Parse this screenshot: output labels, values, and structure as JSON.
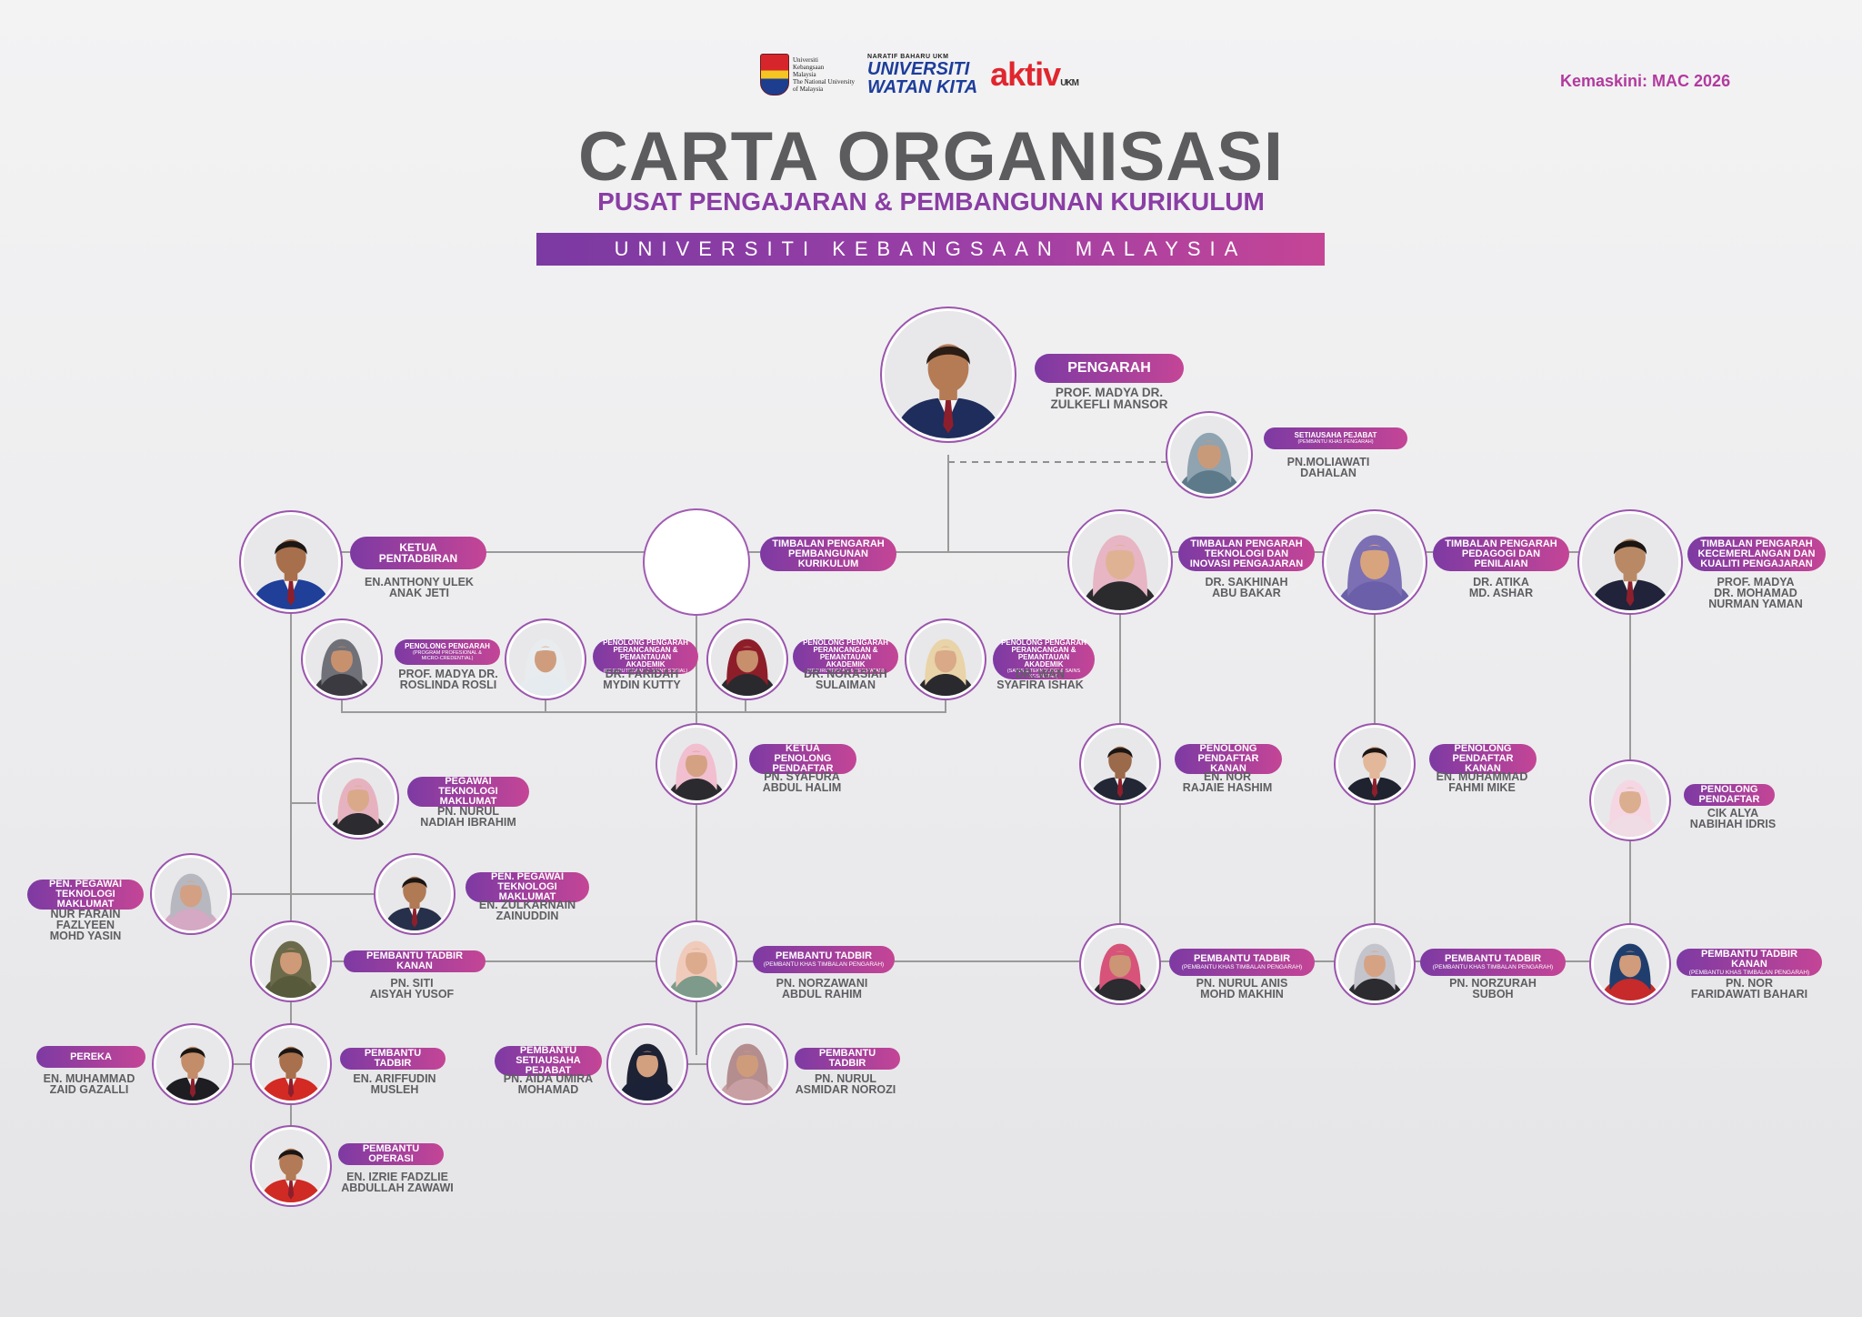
{
  "header": {
    "logos": {
      "ukm": "Universiti\nKebangsaan\nMalaysia\nThe National University\nof Malaysia",
      "uwk_top": "NARATIF BAHARU UKM",
      "uwk_line1": "UNIVERSITI",
      "uwk_line2": "WATAN KITA",
      "aktiv": "aktiv",
      "aktiv_suffix": "UKM"
    },
    "updated": "Kemaskini: MAC 2026",
    "title": "CARTA ORGANISASI",
    "subtitle": "PUSAT PENGAJARAN & PEMBANGUNAN KURIKULUM",
    "banner": "UNIVERSITI KEBANGSAAN MALAYSIA"
  },
  "people": [
    {
      "id": "pengarah",
      "role": "PENGARAH",
      "sub": "",
      "name": "PROF. MADYA DR.\nZULKEFLI MANSOR",
      "avatar": {
        "kind": "man",
        "skin": "#b57b55",
        "hair": "#2a1d16",
        "top": "#1e2d5c"
      }
    },
    {
      "id": "setiausaha",
      "role": "SETIAUSAHA PEJABAT",
      "sub": "(PEMBANTU KHAS PENGARAH)",
      "name": "PN.MOLIAWATI\nDAHALAN",
      "avatar": {
        "kind": "hijab",
        "skin": "#c99a7a",
        "hair": "#8fa3b0",
        "top": "#5d7a8a"
      }
    },
    {
      "id": "ketua-pentadbiran",
      "role": "KETUA\nPENTADBIRAN",
      "sub": "",
      "name": "EN.ANTHONY ULEK\nANAK JETI",
      "avatar": {
        "kind": "man",
        "skin": "#a86f4c",
        "hair": "#1c1714",
        "top": "#1f3f99"
      }
    },
    {
      "id": "timbalan-kurikulum",
      "role": "TIMBALAN PENGARAH\nPEMBANGUNAN\nKURIKULUM",
      "sub": "",
      "name": "",
      "avatar": null
    },
    {
      "id": "timbalan-teknologi",
      "role": "TIMBALAN PENGARAH\nTEKNOLOGI DAN\nINOVASI PENGAJARAN",
      "sub": "",
      "name": "DR. SAKHINAH\nABU BAKAR",
      "avatar": {
        "kind": "hijab",
        "skin": "#e0b294",
        "hair": "#e7b5c4",
        "top": "#2b2b2e"
      }
    },
    {
      "id": "timbalan-pedagogi",
      "role": "TIMBALAN PENGARAH\nPEDAGOGI DAN\nPENILAIAN",
      "sub": "",
      "name": "DR. ATIKA\nMD. ASHAR",
      "avatar": {
        "kind": "hijab",
        "skin": "#d8a47e",
        "hair": "#7c6fb3",
        "top": "#6a5fa8"
      }
    },
    {
      "id": "timbalan-kecemerlangan",
      "role": "TIMBALAN PENGARAH\nKECEMERLANGAN DAN\nKUALITI PENGAJARAN",
      "sub": "",
      "name": "PROF. MADYA\nDR. MOHAMAD\nNURMAN YAMAN",
      "avatar": {
        "kind": "man",
        "skin": "#b98966",
        "hair": "#1b1613",
        "top": "#20233a"
      }
    },
    {
      "id": "pp-roslinda",
      "role": "PENOLONG PENGARAH",
      "sub": "(PROGRAM PROFESIONAL &\nMICRO-CREDENTIAL)",
      "name": "PROF. MADYA DR.\nROSLINDA ROSLI",
      "avatar": {
        "kind": "hijab",
        "skin": "#c8916e",
        "hair": "#707078",
        "top": "#3a3a40"
      }
    },
    {
      "id": "pp-faridah",
      "role": "PENOLONG PENGARAH\nPERANCANGAN &\nPEMANTAUAN AKADEMIK",
      "sub": "(KEJURUTERAAN & SAINS SOSIAL)",
      "name": "DR. FARIDAH\nMYDIN KUTTY",
      "avatar": {
        "kind": "hijab",
        "skin": "#cf9d7e",
        "hair": "#e8ecef",
        "top": "#e6ebef"
      }
    },
    {
      "id": "pp-norasiah",
      "role": "PENOLONG PENGARAH\nPERANCANGAN &\nPEMANTAUAN AKADEMIK",
      "sub": "(KEJURUTERAAN & KESIHATAN)",
      "name": "DR. NORASIAH\nSULAIMAN",
      "avatar": {
        "kind": "hijab",
        "skin": "#c88f6c",
        "hair": "#8e1d2a",
        "top": "#2a2a2e"
      }
    },
    {
      "id": "pp-wan",
      "role": "PENOLONG PENGARAH\nPERANCANGAN &\nPEMANTAUAN AKADEMIK",
      "sub": "(SAINS & TEKNOLOGI & SAINS KESIHATAN)",
      "name": "DR. WAN\nSYAFIRA ISHAK",
      "avatar": {
        "kind": "hijab",
        "skin": "#d9a988",
        "hair": "#e9d3a8",
        "top": "#2a2a2e"
      }
    },
    {
      "id": "ketua-penolong",
      "role": "KETUA PENOLONG\nPENDAFTAR",
      "sub": "",
      "name": "PN. SYAFURA\nABDUL HALIM",
      "avatar": {
        "kind": "hijab",
        "skin": "#d4a283",
        "hair": "#f1bfcf",
        "top": "#2b2b2f"
      }
    },
    {
      "id": "ppk-nor",
      "role": "PENOLONG\nPENDAFTAR KANAN",
      "sub": "",
      "name": "EN. NOR\nRAJAIE HASHIM",
      "avatar": {
        "kind": "man",
        "skin": "#9b6a4a",
        "hair": "#1b1613",
        "top": "#232634"
      }
    },
    {
      "id": "ppk-fahmi",
      "role": "PENOLONG\nPENDAFTAR KANAN",
      "sub": "",
      "name": "EN. MUHAMMAD\nFAHMI MIKE",
      "avatar": {
        "kind": "man",
        "skin": "#e2b79a",
        "hair": "#1b1613",
        "top": "#1f2330"
      }
    },
    {
      "id": "pp-alya",
      "role": "PENOLONG\nPENDAFTAR",
      "sub": "",
      "name": "CIK ALYA\nNABIHAH IDRIS",
      "avatar": {
        "kind": "hijab",
        "skin": "#dcae90",
        "hair": "#f5d7e3",
        "top": "#f0dce4"
      }
    },
    {
      "id": "ptm-nurul",
      "role": "PEGAWAI\nTEKNOLOGI MAKLUMAT",
      "sub": "",
      "name": "PN. NURUL\nNADIAH IBRAHIM",
      "avatar": {
        "kind": "hijab",
        "skin": "#d9a98a",
        "hair": "#e7b2bf",
        "top": "#2b2b30"
      }
    },
    {
      "id": "pptm-nur",
      "role": "PEN. PEGAWAI\nTEKNOLOGI MAKLUMAT",
      "sub": "",
      "name": "NUR FARAIN\nFAZLYEEN\nMOHD YASIN",
      "avatar": {
        "kind": "hijab",
        "skin": "#d3a083",
        "hair": "#b7b7bf",
        "top": "#d5a8c4"
      }
    },
    {
      "id": "pptm-zulkarnain",
      "role": "PEN. PEGAWAI\nTEKNOLOGI MAKLUMAT",
      "sub": "",
      "name": "EN. ZULKARNAIN\nZAINUDDIN",
      "avatar": {
        "kind": "man",
        "skin": "#b07a55",
        "hair": "#1b1613",
        "top": "#27304a"
      }
    },
    {
      "id": "ptk-siti",
      "role": "PEMBANTU TADBIR KANAN",
      "sub": "",
      "name": "PN. SITI\nAISYAH YUSOF",
      "avatar": {
        "kind": "hijab",
        "skin": "#cf9a78",
        "hair": "#6b6a4a",
        "top": "#575a3b"
      }
    },
    {
      "id": "pt-norzawani",
      "role": "PEMBANTU TADBIR",
      "sub": "(PEMBANTU KHAS TIMBALAN PENGARAH)",
      "name": "PN. NORZAWANI\nABDUL RAHIM",
      "avatar": {
        "kind": "hijab",
        "skin": "#dcab8e",
        "hair": "#f0cbbb",
        "top": "#7d9a8a"
      }
    },
    {
      "id": "pt-nurul-anis",
      "role": "PEMBANTU TADBIR",
      "sub": "(PEMBANTU KHAS TIMBALAN PENGARAH)",
      "name": "PN. NURUL ANIS\nMOHD MAKHIN",
      "avatar": {
        "kind": "hijab",
        "skin": "#cc9575",
        "hair": "#d7537a",
        "top": "#2b2b30"
      }
    },
    {
      "id": "pt-norzurah",
      "role": "PEMBANTU TADBIR",
      "sub": "(PEMBANTU KHAS TIMBALAN PENGARAH)",
      "name": "PN. NORZURAH\nSUBOH",
      "avatar": {
        "kind": "hijab",
        "skin": "#d5a384",
        "hair": "#c4c4cc",
        "top": "#2b2b30"
      }
    },
    {
      "id": "ptk-faridawati",
      "role": "PEMBANTU TADBIR KANAN",
      "sub": "(PEMBANTU KHAS TIMBALAN PENGARAH)",
      "name": "PN. NOR\nFARIDAWATI BAHARI",
      "avatar": {
        "kind": "hijab",
        "skin": "#d09c7c",
        "hair": "#1f3e6e",
        "top": "#c62a2a"
      }
    },
    {
      "id": "pereka",
      "role": "PEREKA",
      "sub": "",
      "name": "EN. MUHAMMAD\nZAID GAZALLI",
      "avatar": {
        "kind": "man",
        "skin": "#c48d69",
        "hair": "#1b1613",
        "top": "#1d1d22"
      }
    },
    {
      "id": "pt-ariffudin",
      "role": "PEMBANTU TADBIR",
      "sub": "",
      "name": "EN. ARIFFUDIN\nMUSLEH",
      "avatar": {
        "kind": "man",
        "skin": "#a8704c",
        "hair": "#1b1613",
        "top": "#d42a24"
      }
    },
    {
      "id": "pembantu-operasi",
      "role": "PEMBANTU OPERASI",
      "sub": "",
      "name": "EN. IZRIE FADZLIE\nABDULLAH ZAWAWI",
      "avatar": {
        "kind": "man",
        "skin": "#b27a56",
        "hair": "#1b1613",
        "top": "#d02a24"
      }
    },
    {
      "id": "pt-aida",
      "role": "PEMBANTU\nSETIAUSAHA PEJABAT",
      "sub": "",
      "name": "PN. AIDA UMIRA\nMOHAMAD",
      "avatar": {
        "kind": "hijab",
        "skin": "#d3a07f",
        "hair": "#1d2235",
        "top": "#1b2238"
      }
    },
    {
      "id": "pt-asmidar",
      "role": "PEMBANTU TADBIR",
      "sub": "",
      "name": "PN. NURUL\nASMIDAR NOROZI",
      "avatar": {
        "kind": "hijab",
        "skin": "#cf9c7b",
        "hair": "#b48d8f",
        "top": "#c89fa2"
      }
    }
  ]
}
